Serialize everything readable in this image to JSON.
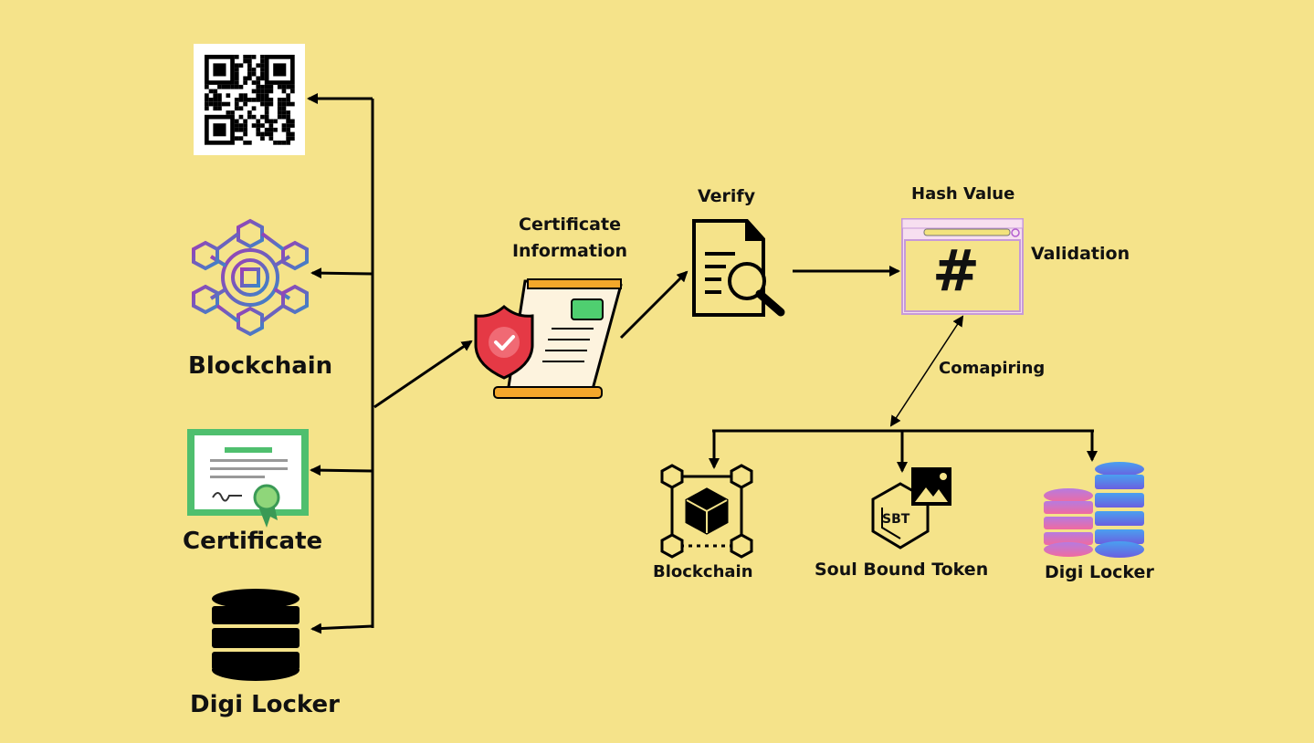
{
  "left_column": {
    "blockchain_label": "Blockchain",
    "certificate_label": "Certificate",
    "digilocker_label": "Digi Locker"
  },
  "flow": {
    "certificate_info_line1": "Certificate",
    "certificate_info_line2": "Information",
    "verify_label": "Verify",
    "hash_value_label": "Hash Value",
    "hash_symbol": "#",
    "validation_label": "Validation",
    "comparing_label": "Comapiring"
  },
  "targets": {
    "blockchain_label": "Blockchain",
    "sbt_badge": "SBT",
    "sbt_label": "Soul Bound Token",
    "digilocker_label": "Digi Locker"
  },
  "colors": {
    "background": "#f5e38a",
    "shield": "#e53945",
    "hexagon_gradient_start": "#8e44ad",
    "hexagon_gradient_end": "#3b82c4",
    "certificate_green": "#4caf6a",
    "db_pink": "#e56aa8",
    "db_blue": "#3b7ddd"
  }
}
